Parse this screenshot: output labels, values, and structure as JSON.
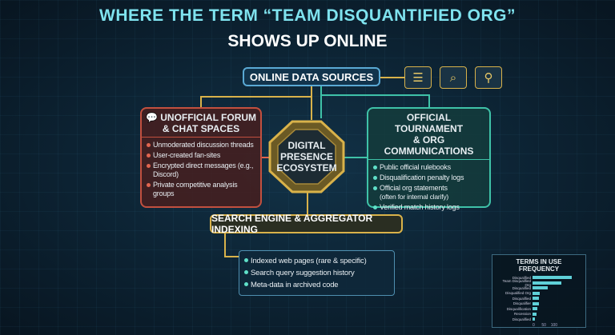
{
  "title": {
    "line1": "WHERE THE TERM “TEAM DISQUANTIFIED ORG”",
    "line2": "SHOWS UP ONLINE"
  },
  "sources": {
    "label": "ONLINE DATA SOURCES",
    "icons": [
      "server-icon",
      "web-search-icon",
      "magnifier-icon"
    ]
  },
  "unofficial": {
    "title_line1": "UNOFFICIAL FORUM",
    "title_line2": "& CHAT SPACES",
    "icon": "chat-bubbles-icon",
    "items": [
      "Unmoderated discussion threads",
      "User-created fan-sites",
      "Encrypted direct messages (e.g., Discord)",
      "Private competitive analysis groups"
    ]
  },
  "center": {
    "line1": "DIGITAL",
    "line2": "PRESENCE",
    "line3": "ECOSYSTEM"
  },
  "official": {
    "title_line1": "OFFICIAL TOURNAMENT",
    "title_line2": "& ORG COMMUNICATIONS",
    "items": [
      "Public official rulebooks",
      "Disqualification penalty logs",
      "Official org statements",
      "(often for internal clarify)",
      "Verified match history logs"
    ]
  },
  "indexing": {
    "label": "SEARCH ENGINE & AGGREGATOR INDEXING",
    "items": [
      "Indexed web pages (rare & specific)",
      "Search query suggestion history",
      "Meta-data in archived code"
    ]
  },
  "chart_data": {
    "type": "bar",
    "orientation": "horizontal",
    "title": "TERMS IN USE FREQUENCY",
    "categories": [
      "Disqualified",
      "Team Disqualified Org",
      "Disqualified",
      "Disqualified Org",
      "Disqualified",
      "Disqualifier",
      "Disqualification",
      "Recession",
      "Disqualified"
    ],
    "values": [
      214,
      160,
      84,
      40,
      37,
      33,
      25,
      20,
      13
    ],
    "xticks": [
      "0",
      "50",
      "100"
    ],
    "xlim": [
      0,
      220
    ],
    "bar_color": "#5fd0d8"
  },
  "colors": {
    "accent_cyan": "#7fe3ef",
    "unofficial_red": "#c2503f",
    "official_teal": "#3fc2a8",
    "connector_gold": "#d9b24a"
  }
}
